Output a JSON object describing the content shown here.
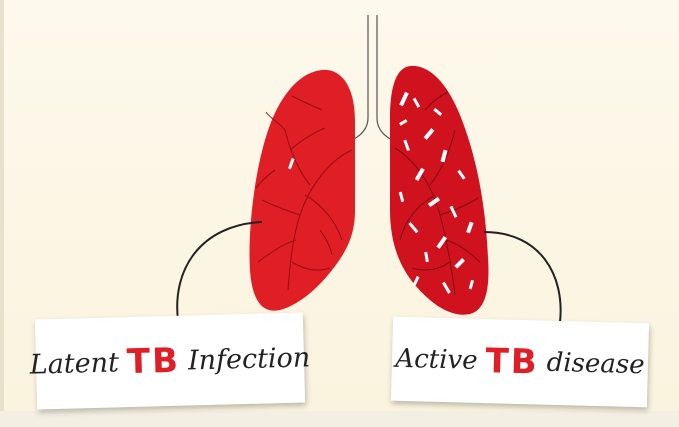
{
  "labels": {
    "left": {
      "prefix": "Latent",
      "tb": "TB",
      "suffix": "Infection"
    },
    "right": {
      "prefix": "Active",
      "tb": "TB",
      "suffix": "disease"
    }
  },
  "colors": {
    "background": "#fbf6e6",
    "lung": "#e01e26",
    "lung_right": "#d0121f",
    "tb_text": "#e01e26",
    "card": "#ffffff"
  }
}
